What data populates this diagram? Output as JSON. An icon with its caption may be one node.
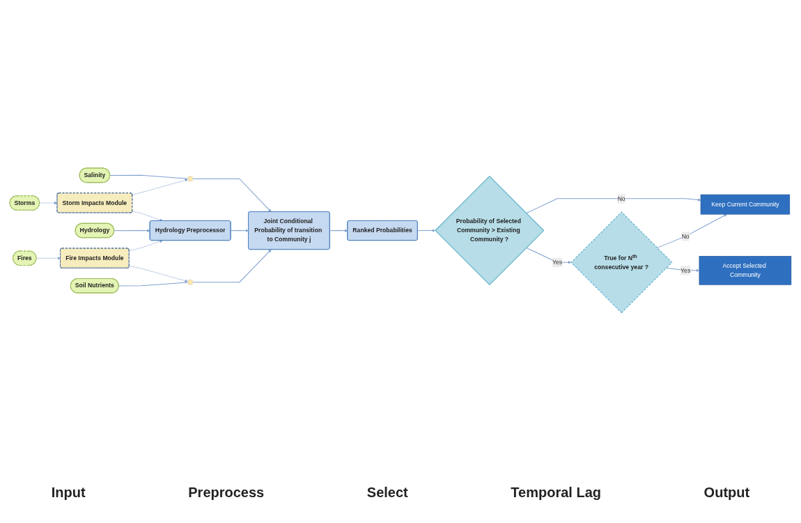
{
  "diagram": {
    "nodes": [
      {
        "text": [
          "Salinity"
        ]
      },
      {
        "text": [],
        "shape": "circle"
      },
      {
        "text": [
          "Ranked Probabilities"
        ]
      },
      {
        "text": [
          "Storms"
        ]
      },
      {
        "text": [
          "Storm Impacts Module"
        ]
      },
      {
        "text": [
          "Joint Conditional Probability of transition to Community j"
        ]
      },
      {
        "text": [
          "Probability of Selected Community > Existing Community ?"
        ]
      },
      {
        "text": [
          "Hydrology"
        ]
      },
      {
        "text": [
          "Hydrology Preprocessor"
        ]
      },
      {
        "text": [
          "Keep Current Community"
        ]
      },
      {
        "text": [
          "True for N$^{th}$ **consecutive** year ?"
        ]
      },
      {
        "text": [
          "Fires"
        ]
      },
      {
        "text": [
          "Fire Impacts Module"
        ]
      },
      {
        "text": [
          "Soil Nutrients"
        ]
      },
      {
        "text": [],
        "shape": "circle"
      },
      {
        "text": [
          "Accept Selected Community"
        ]
      }
    ],
    "edges": [
      {
        "from": 0,
        "to": 1,
        "arrow": "none"
      },
      {
        "from": 1,
        "to": 5,
        "arrow": "to"
      },
      {
        "from": 3,
        "to": 4,
        "arrow": "to",
        "style": "dashed"
      },
      {
        "from": 4,
        "to": 1,
        "arrow": "to",
        "style": "dashed"
      },
      {
        "from": 4,
        "to": 8,
        "arrow": "to",
        "style": "dashed"
      },
      {
        "from": 7,
        "to": 8,
        "arrow": "to"
      },
      {
        "from": 8,
        "to": 5,
        "arrow": "to"
      },
      {
        "from": 11,
        "to": 12,
        "arrow": "to",
        "style": "dashed"
      },
      {
        "from": 12,
        "to": 8,
        "arrow": "to",
        "style": "dashed"
      },
      {
        "from": 12,
        "to": 14,
        "arrow": "to",
        "style": "dashed"
      },
      {
        "from": 13,
        "to": 14,
        "arrow": "none"
      },
      {
        "from": 14,
        "to": 5,
        "arrow": "to"
      },
      {
        "from": 5,
        "to": 2,
        "arrow": "to"
      },
      {
        "from": 2,
        "to": 6,
        "arrow": "to"
      },
      {
        "from": 6,
        "to": 9,
        "arrow": "to",
        "label": "No"
      },
      {
        "from": 6,
        "to": 10,
        "arrow": "to",
        "label": "Yes"
      },
      {
        "from": 10,
        "to": 9,
        "arrow": "to",
        "label": "No"
      },
      {
        "from": 10,
        "to": 15,
        "arrow": "to",
        "label": "Yes"
      }
    ],
    "labels": [
      "Input",
      "Preprocess",
      "Select",
      "Temporal Lag",
      "Output"
    ]
  }
}
